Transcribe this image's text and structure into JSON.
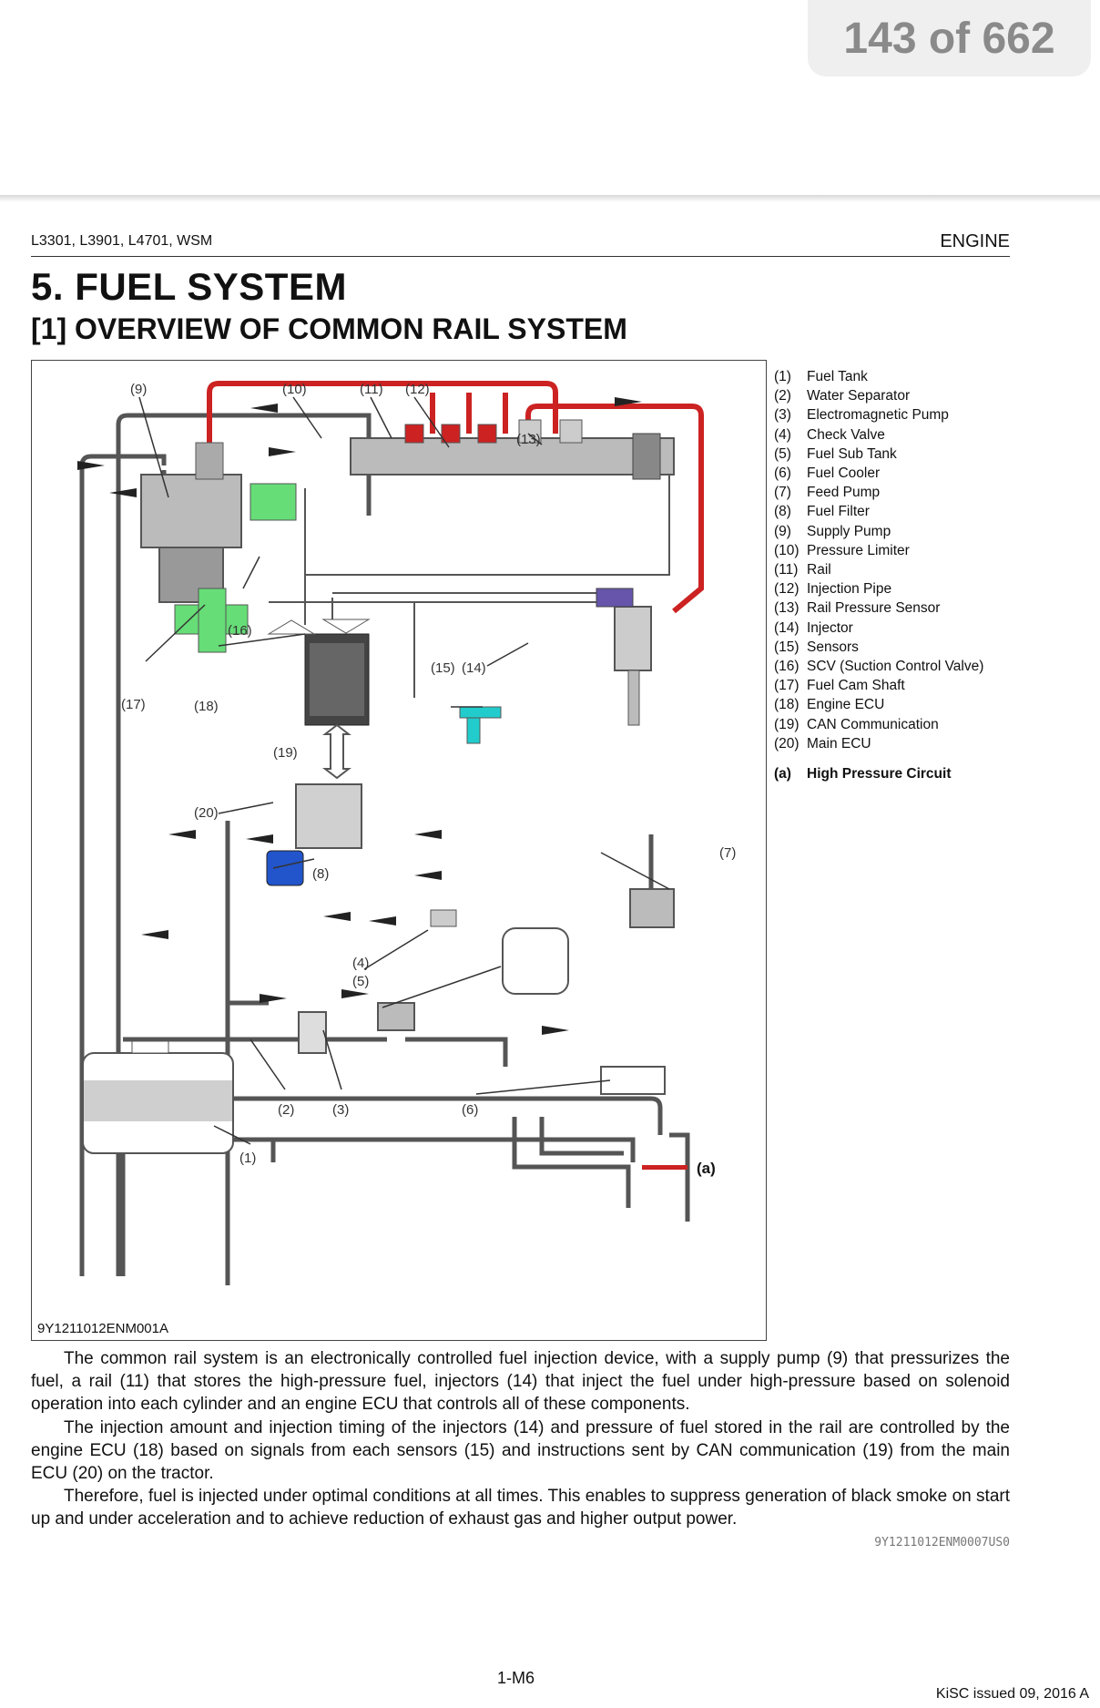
{
  "viewer": {
    "page_counter": "143 of 662"
  },
  "header": {
    "left": "L3301, L3901, L4701, WSM",
    "right": "ENGINE"
  },
  "section": {
    "title": "5.  FUEL SYSTEM",
    "subtitle": "[1]  OVERVIEW OF COMMON RAIL SYSTEM"
  },
  "figure": {
    "code": "9Y1211012ENM001A",
    "callouts": [
      "(1)",
      "(2)",
      "(3)",
      "(4)",
      "(5)",
      "(6)",
      "(7)",
      "(8)",
      "(9)",
      "(10)",
      "(11)",
      "(12)",
      "(13)",
      "(14)",
      "(15)",
      "(16)",
      "(17)",
      "(18)",
      "(19)",
      "(20)"
    ],
    "key_label": "(a)",
    "colors": {
      "high_pressure": "#cc2222",
      "scv": "#66dd77",
      "filter": "#2255cc",
      "sensor": "#22cccc",
      "ecu_box": "#d0d0d0"
    }
  },
  "legend": {
    "items": [
      {
        "num": "(1)",
        "text": "Fuel Tank"
      },
      {
        "num": "(2)",
        "text": "Water Separator"
      },
      {
        "num": "(3)",
        "text": "Electromagnetic Pump"
      },
      {
        "num": "(4)",
        "text": "Check Valve"
      },
      {
        "num": "(5)",
        "text": "Fuel Sub Tank"
      },
      {
        "num": "(6)",
        "text": "Fuel Cooler"
      },
      {
        "num": "(7)",
        "text": "Feed Pump"
      },
      {
        "num": "(8)",
        "text": "Fuel Filter"
      },
      {
        "num": "(9)",
        "text": "Supply Pump"
      },
      {
        "num": "(10)",
        "text": "Pressure Limiter"
      },
      {
        "num": "(11)",
        "text": "Rail"
      },
      {
        "num": "(12)",
        "text": "Injection Pipe"
      },
      {
        "num": "(13)",
        "text": "Rail Pressure Sensor"
      },
      {
        "num": "(14)",
        "text": "Injector"
      },
      {
        "num": "(15)",
        "text": "Sensors"
      },
      {
        "num": "(16)",
        "text": "SCV (Suction Control Valve)"
      },
      {
        "num": "(17)",
        "text": "Fuel Cam Shaft"
      },
      {
        "num": "(18)",
        "text": "Engine ECU"
      },
      {
        "num": "(19)",
        "text": "CAN Communication"
      },
      {
        "num": "(20)",
        "text": "Main ECU"
      }
    ],
    "key": {
      "num": "(a)",
      "text": "High Pressure Circuit"
    }
  },
  "body": {
    "p1": "The common rail system is an electronically controlled fuel injection device, with a supply pump (9) that pressurizes the fuel, a rail (11) that stores the high-pressure fuel, injectors (14) that inject the fuel under high-pressure based on solenoid operation into each cylinder and an engine ECU that controls all of these components.",
    "p2": "The injection amount and injection timing of the injectors (14) and pressure of fuel stored in the rail are controlled by the engine ECU (18) based on signals from each sensors (15) and instructions sent by CAN communication (19) from the main ECU (20) on the tractor.",
    "p3": "Therefore, fuel is injected under optimal conditions at all times. This enables to suppress generation of black smoke on start up and under acceleration and to achieve reduction of exhaust gas and higher output power."
  },
  "doc_code": "9Y1211012ENM0007US0",
  "footer": {
    "page": "1-M6",
    "issued": "KiSC issued 09, 2016 A"
  }
}
